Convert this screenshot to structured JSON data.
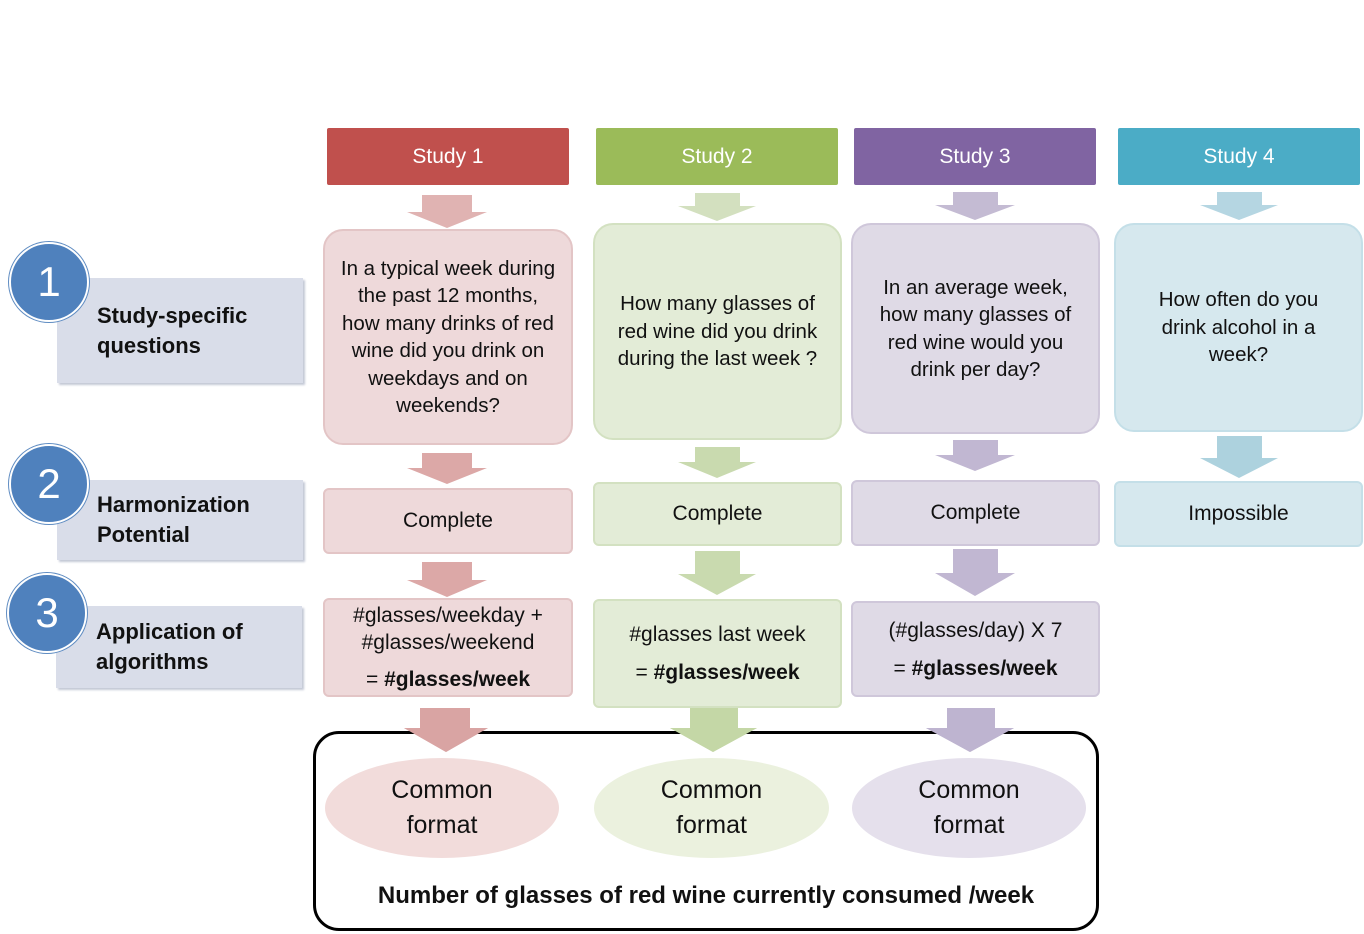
{
  "studies": [
    {
      "header": "Study 1",
      "question": "In a typical week during the past 12 months, how many drinks of red wine did you drink on weekdays and on weekends?",
      "potential": "Complete",
      "algorithm_line1": "#glasses/weekday +",
      "algorithm_line2": "#glasses/weekend",
      "result_prefix": "= ",
      "result": "#glasses/week",
      "common": "Common format"
    },
    {
      "header": "Study 2",
      "question": "How many glasses of red wine did you drink during the last week ?",
      "potential": "Complete",
      "algorithm_line1": "#glasses last week",
      "result_prefix": "= ",
      "result": "#glasses/week",
      "common": "Common format"
    },
    {
      "header": "Study 3",
      "question": "In an average week, how many glasses of red wine would you drink per day?",
      "potential": "Complete",
      "algorithm_line1": "(#glasses/day) X 7",
      "result_prefix": "= ",
      "result": "#glasses/week",
      "common": "Common format"
    },
    {
      "header": "Study 4",
      "question": "How often do you drink alcohol in a week?",
      "potential": "Impossible"
    }
  ],
  "steps": [
    {
      "number": "1",
      "label": "Study-specific questions"
    },
    {
      "number": "2",
      "label": "Harmonization Potential"
    },
    {
      "number": "3",
      "label": "Application of algorithms"
    }
  ],
  "footer": "Number of glasses of red wine currently consumed /week",
  "colors": {
    "study1": "#c0504d",
    "study2": "#9bbb59",
    "study3": "#8064a2",
    "study4": "#4bacc6",
    "step": "#4f81bd"
  }
}
